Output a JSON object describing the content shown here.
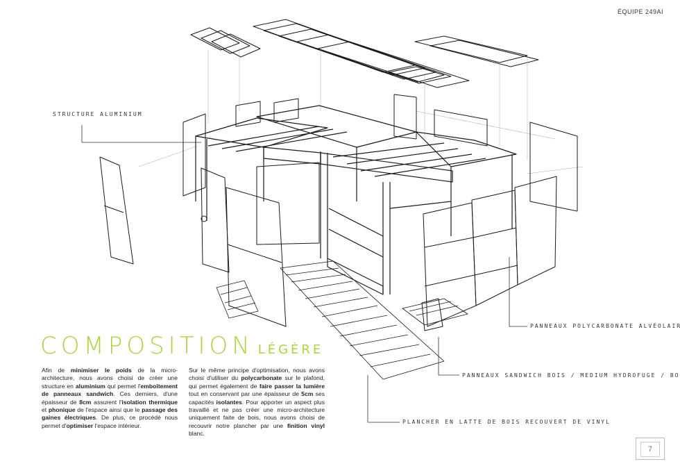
{
  "header": {
    "team": "ÉQUIPE 249AI"
  },
  "callouts": {
    "structure": "STRUCTURE ALUMINIUM",
    "polycarbonate": "PANNEAUX POLYCARBONATE ALVÉOLAIRE",
    "sandwich": "PANNEAUX SANDWICH BOIS / MEDIUM HYDROFUGE / BOIS",
    "plancher": "PLANCHER EN LATTE DE BOIS RECOUVERT DE VINYL"
  },
  "title": {
    "main": "COMPOSITION",
    "sub": "LÉGÈRE"
  },
  "colors": {
    "accent": "#a9d443",
    "line": "#1a1a1a"
  },
  "text": {
    "col1": [
      {
        "t": "Afin de ",
        "b": false
      },
      {
        "t": "minimiser le poids",
        "b": true
      },
      {
        "t": " de la micro-architecture, nous avons choisi de créer une structure en ",
        "b": false
      },
      {
        "t": "aluminium",
        "b": true
      },
      {
        "t": " qui permet l'",
        "b": false
      },
      {
        "t": "emboîtement de panneaux sandwich",
        "b": true
      },
      {
        "t": ". Ces derniers, d'une épaisseur de ",
        "b": false
      },
      {
        "t": "8cm",
        "b": true
      },
      {
        "t": " assurent l'",
        "b": false
      },
      {
        "t": "isolation thermique",
        "b": true
      },
      {
        "t": " et ",
        "b": false
      },
      {
        "t": "phonique",
        "b": true
      },
      {
        "t": " de l'espace ainsi que le ",
        "b": false
      },
      {
        "t": "passage des gaines électriques",
        "b": true
      },
      {
        "t": ". De plus, ce procédé nous permet d'",
        "b": false
      },
      {
        "t": "optimiser",
        "b": true
      },
      {
        "t": " l'espace intérieur.",
        "b": false
      }
    ],
    "col2": [
      {
        "t": "Sur le même principe d'optimisation, nous avons choisi d'utiliser du ",
        "b": false
      },
      {
        "t": "polycarbonate",
        "b": true
      },
      {
        "t": " sur le plafond, qui permet également de ",
        "b": false
      },
      {
        "t": "faire passer la lumière",
        "b": true
      },
      {
        "t": " tout en conservant par une épaisseur de ",
        "b": false
      },
      {
        "t": "5cm",
        "b": true
      },
      {
        "t": " ses capacités ",
        "b": false
      },
      {
        "t": "isolantes",
        "b": true
      },
      {
        "t": ". Pour apporter un aspect plus travaillé et ne pas créer une micro-architecture uniquement faite de bois, nous avons choisi de recouvrir notre plancher par une ",
        "b": false
      },
      {
        "t": "finition vinyl",
        "b": true
      },
      {
        "t": " blanc.",
        "b": false
      }
    ]
  },
  "page": {
    "number": "7"
  }
}
